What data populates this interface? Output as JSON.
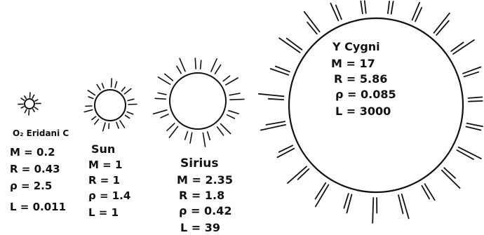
{
  "stars": [
    {
      "id": "o2-eridani-c",
      "name": "O₂ Eridani C",
      "params": [
        "M = 0.2",
        "R = 0.43",
        "ρ = 2.5",
        "L = 0.011"
      ]
    },
    {
      "id": "sun",
      "name": "Sun",
      "params": [
        "M = 1",
        "R = 1",
        "ρ = 1.4",
        "L = 1"
      ]
    },
    {
      "id": "sirius",
      "name": "Sirius",
      "params": [
        "M = 2.35",
        "R = 1.8",
        "ρ = 0.42",
        "L = 39"
      ]
    },
    {
      "id": "y-cygni",
      "name": "Y Cygni",
      "params": [
        "M = 17",
        "R = 5.86",
        "ρ = 0.085",
        "L = 3000"
      ]
    }
  ],
  "colors": {
    "ink": "#111111",
    "background": "#ffffff"
  }
}
